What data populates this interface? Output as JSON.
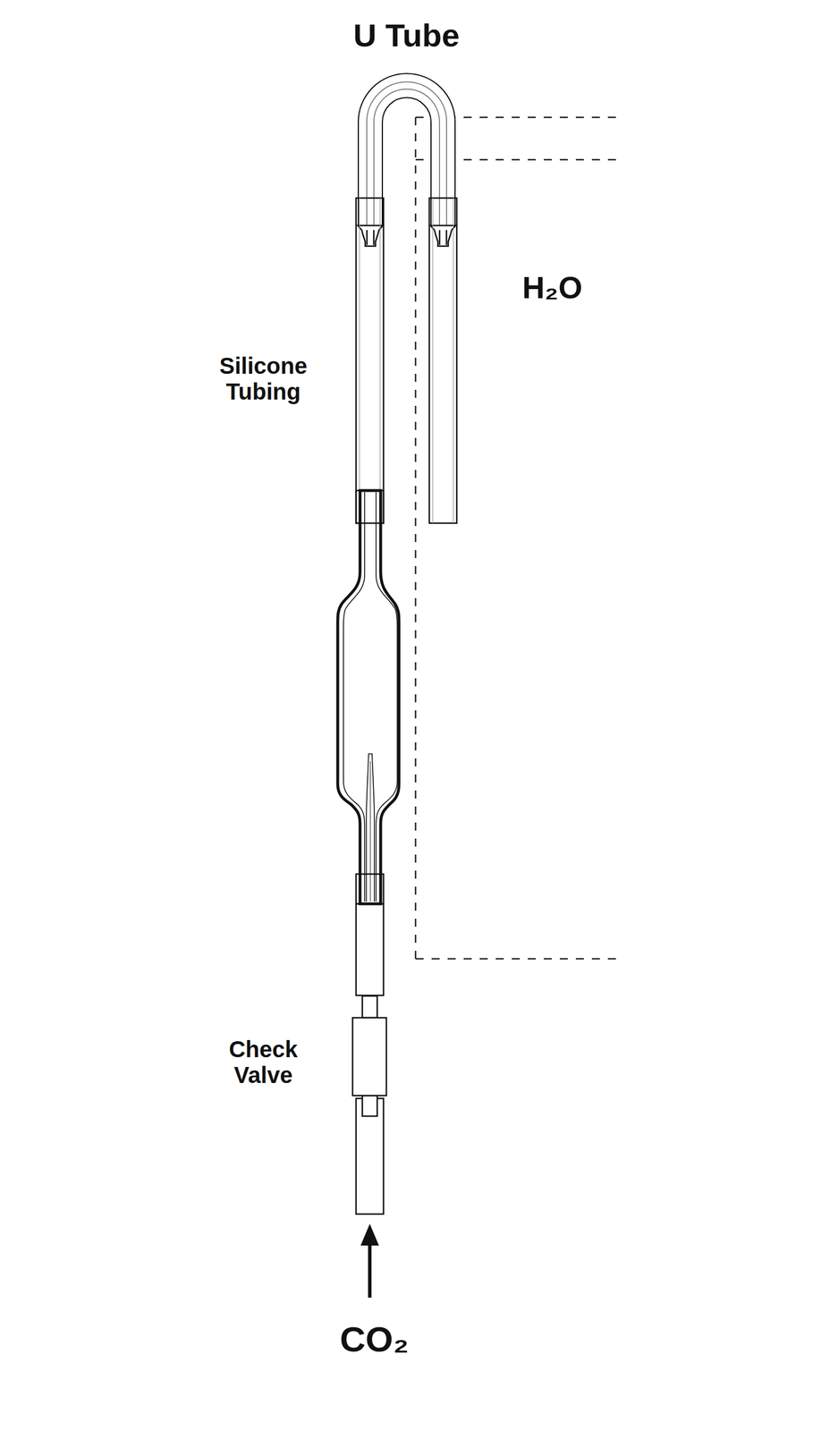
{
  "diagram": {
    "labels": [
      "U Tube",
      "H₂O",
      "Silicone Tubing",
      "Check Valve",
      "CO₂"
    ]
  }
}
